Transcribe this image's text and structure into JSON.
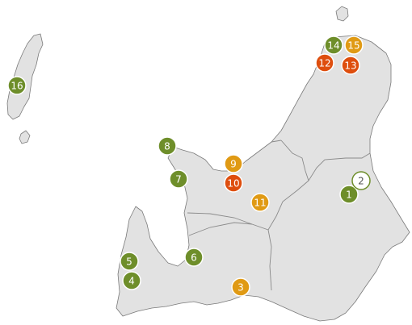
{
  "colors": {
    "land": "#e2e2e2",
    "coast": "#7a7a7a",
    "green": "#6e8e2a",
    "orange": "#e09a14",
    "red": "#de4e0e",
    "outline_fill": "#ffffff"
  },
  "markers": [
    {
      "label": "1",
      "style": "green"
    },
    {
      "label": "2",
      "style": "outline"
    },
    {
      "label": "3",
      "style": "orange"
    },
    {
      "label": "4",
      "style": "green"
    },
    {
      "label": "5",
      "style": "green"
    },
    {
      "label": "6",
      "style": "green"
    },
    {
      "label": "7",
      "style": "green"
    },
    {
      "label": "8",
      "style": "green"
    },
    {
      "label": "9",
      "style": "orange"
    },
    {
      "label": "10",
      "style": "red"
    },
    {
      "label": "11",
      "style": "orange"
    },
    {
      "label": "12",
      "style": "red"
    },
    {
      "label": "13",
      "style": "red"
    },
    {
      "label": "14",
      "style": "green"
    },
    {
      "label": "15",
      "style": "orange"
    },
    {
      "label": "16",
      "style": "green"
    }
  ]
}
